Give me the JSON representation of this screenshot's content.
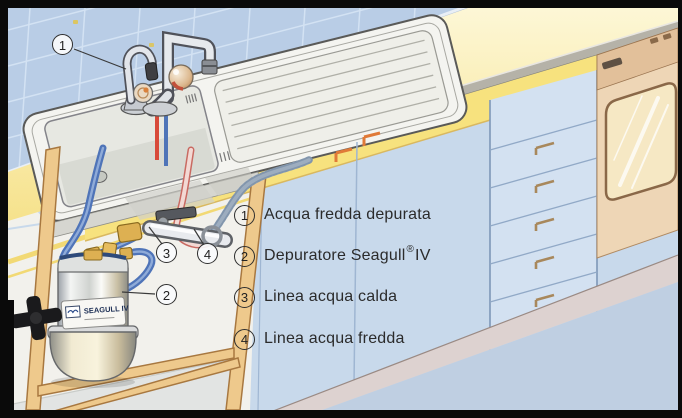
{
  "legend": {
    "items": [
      {
        "num": "1",
        "label": "Acqua fredda depurata"
      },
      {
        "num": "2",
        "label_prefix": "Depuratore Seagull",
        "reg_mark": "®",
        "label_suffix": "IV"
      },
      {
        "num": "3",
        "label": "Linea acqua calda"
      },
      {
        "num": "4",
        "label": "Linea acqua fredda"
      }
    ]
  },
  "callouts": [
    "1",
    "2",
    "3",
    "4"
  ],
  "purifier": {
    "label": "SEAGULL IV"
  },
  "colors": {
    "tile_wall": "#b9cde6",
    "counter_yellow": "#f8e9a4",
    "cabinet_blue": "#c8d9eb",
    "wood_frame": "#eec98c",
    "tube_purified_blue": "#4f74b8",
    "tube_hot_pink": "#c96a62",
    "tube_cold_braided": "#8fa4bc",
    "oven_beige": "#eed6b6",
    "valve_black": "#1a1a1c"
  }
}
